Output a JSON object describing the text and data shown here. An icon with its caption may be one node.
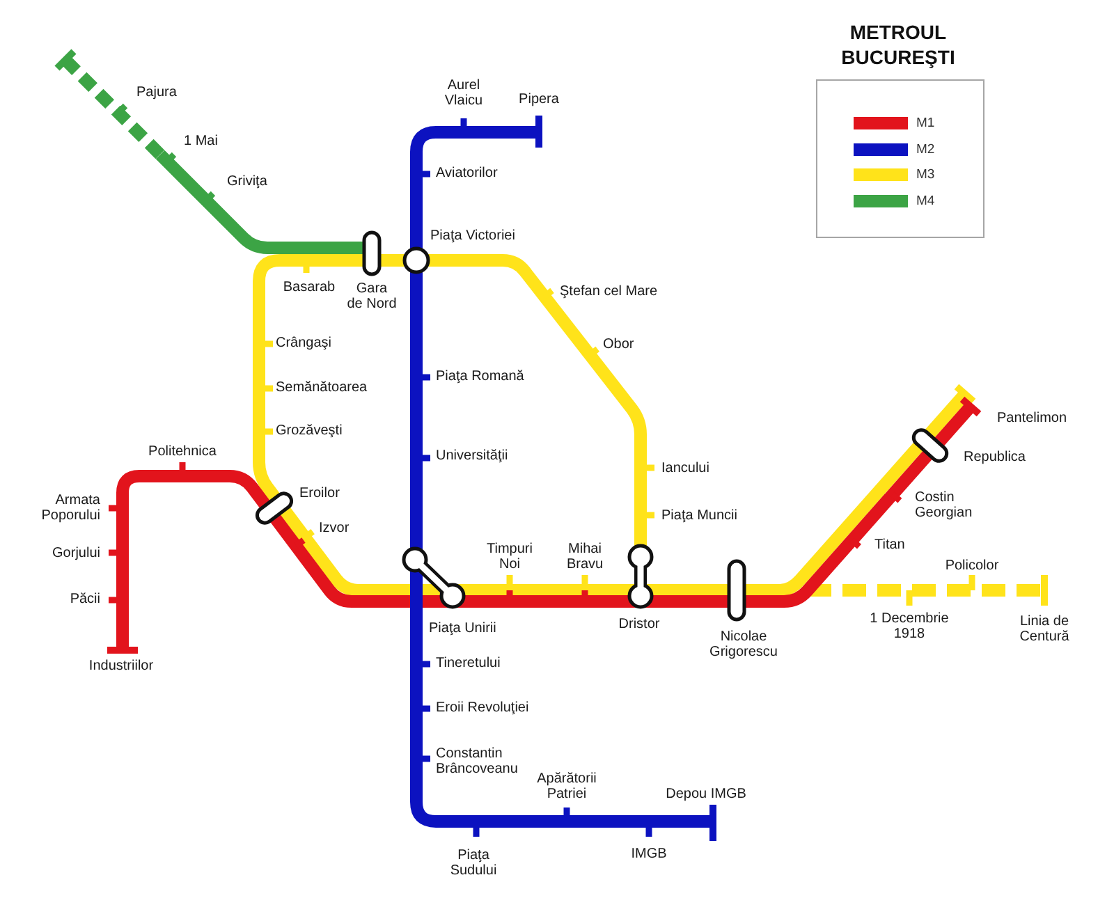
{
  "diagram": {
    "title": "METROUL BUCUREŞTI",
    "labels": [
      "Aurel Vlaicu",
      "Pajura",
      "Pipera",
      "1 Mai",
      "Aviatorilor",
      "Griviţa",
      "Piaţa Victoriei",
      "Basarab",
      "Gara de Nord",
      "Ştefan cel Mare",
      "Crângaşi",
      "Obor",
      "Piaţa Romană",
      "Semănătoarea",
      "Pantelimon",
      "Grozăveşti",
      "Politehnica",
      "Universităţii",
      "Republica",
      "Iancului",
      "Eroilor",
      "Costin Georgian",
      "Armata Poporului",
      "Piaţa Muncii",
      "Izvor",
      "Titan",
      "Timpuri Noi",
      "Mihai Bravu",
      "Gorjului",
      "Policolor",
      "Păcii",
      "1 Decembrie 1918",
      "Linia de Centură",
      "Dristor",
      "Piaţa Unirii",
      "Nicolae Grigorescu",
      "Tineretului",
      "Industriilor",
      "Eroii Revoluţiei",
      "Constantin Brâncoveanu",
      "Apărătorii Patriei",
      "Depou IMGB",
      "IMGB",
      "Piaţa Sudului"
    ],
    "legend": [
      {
        "text": "M1",
        "color": "#e2141c"
      },
      {
        "text": "M2",
        "color": "#0c12c0"
      },
      {
        "text": "M3",
        "color": "#ffe31a"
      },
      {
        "text": "M4",
        "color": "#3ca445"
      }
    ]
  }
}
